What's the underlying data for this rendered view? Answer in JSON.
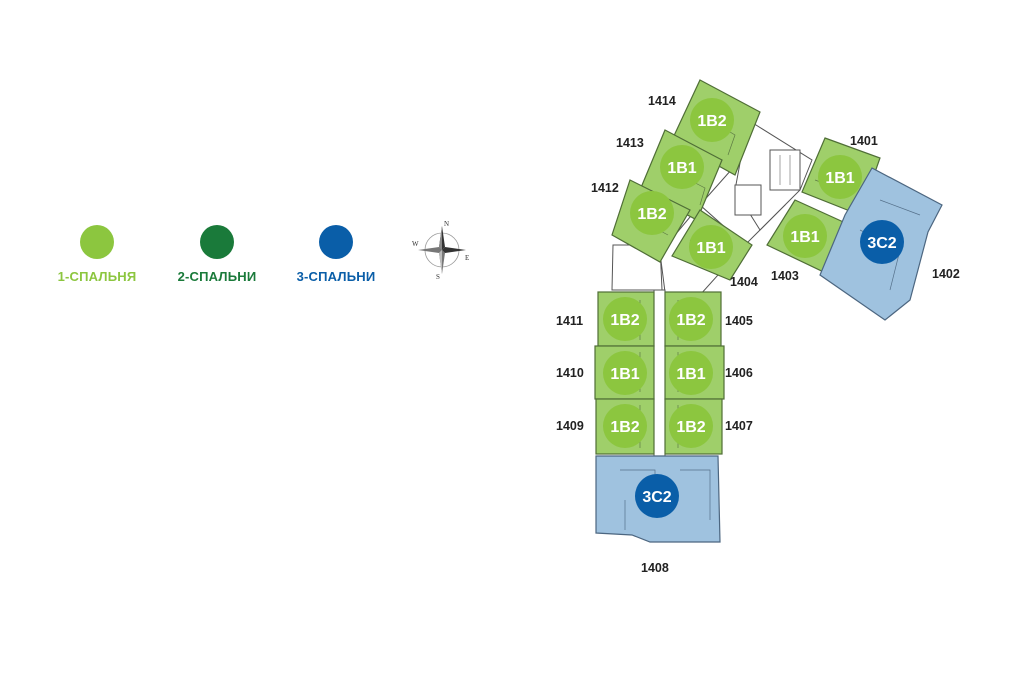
{
  "legend": {
    "items": [
      {
        "label": "1-СПАЛЬНЯ",
        "color": "#8cc63f"
      },
      {
        "label": "2-СПАЛЬНИ",
        "color": "#1a7a3a"
      },
      {
        "label": "3-СПАЛЬНИ",
        "color": "#0a5ea8"
      }
    ]
  },
  "compass": {
    "n": "N",
    "s": "S",
    "e": "E",
    "w": "W"
  },
  "colors": {
    "one_bedroom_fill": "#9fcf6a",
    "one_bedroom_badge": "#8cc63f",
    "three_bedroom_fill": "#9fc2df",
    "three_bedroom_badge": "#0a5ea8"
  },
  "units": [
    {
      "id": "1414",
      "type": "1B2"
    },
    {
      "id": "1413",
      "type": "1B1"
    },
    {
      "id": "1412",
      "type": "1B2"
    },
    {
      "id": "1401",
      "type": "1B1"
    },
    {
      "id": "1402",
      "type": "3C2"
    },
    {
      "id": "1403",
      "type": "1B1"
    },
    {
      "id": "1404",
      "type": "1B1"
    },
    {
      "id": "1405",
      "type": "1B2"
    },
    {
      "id": "1406",
      "type": "1B1"
    },
    {
      "id": "1407",
      "type": "1B2"
    },
    {
      "id": "1408",
      "type": "3C2"
    },
    {
      "id": "1409",
      "type": "1B2"
    },
    {
      "id": "1410",
      "type": "1B1"
    },
    {
      "id": "1411",
      "type": "1B2"
    }
  ]
}
